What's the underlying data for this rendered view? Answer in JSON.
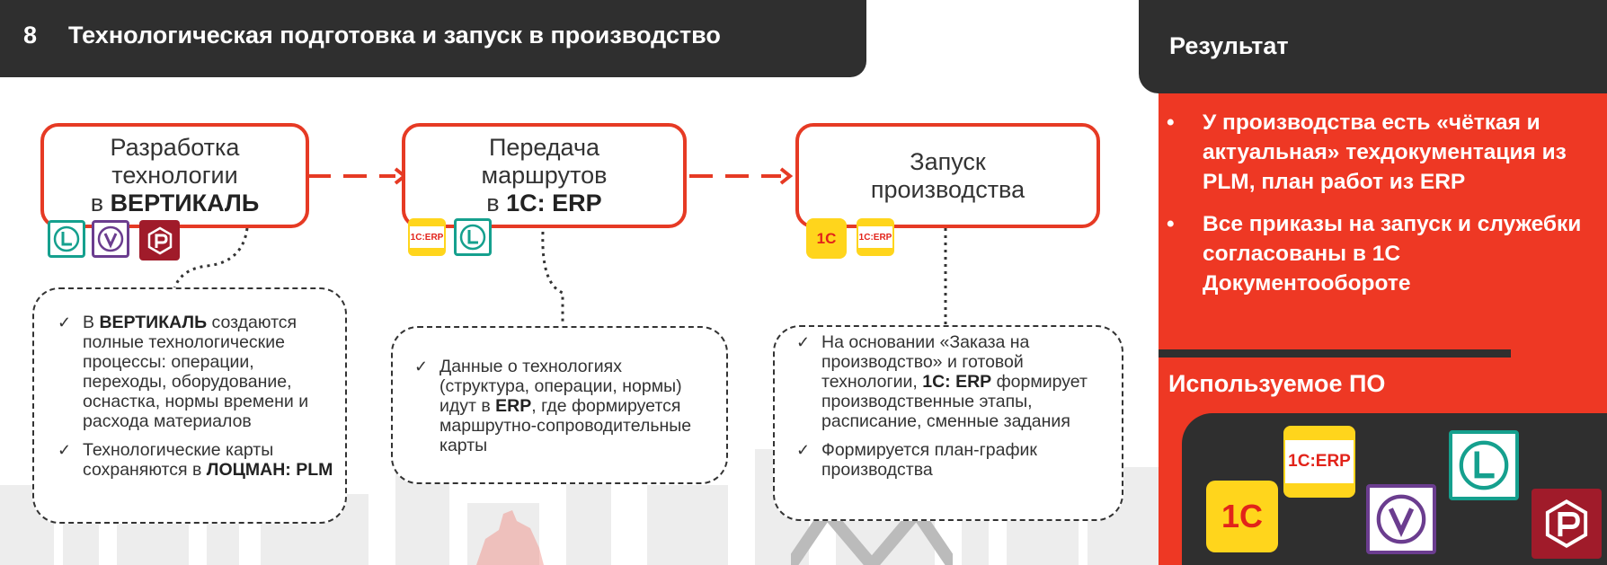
{
  "header": {
    "number": "8",
    "title": "Технологическая подготовка и запуск в производство"
  },
  "stages": [
    {
      "line1": "Разработка",
      "line2": "технологии",
      "prefix": "в",
      "system": "ВЕРТИКАЛЬ"
    },
    {
      "line1": "Передача",
      "line2": "маршрутов",
      "prefix": "в",
      "system": "1С: ERP"
    },
    {
      "line1": "Запуск",
      "line2": "производства"
    }
  ],
  "notes": {
    "first": {
      "item1": {
        "bold": "ВЕРТИКАЛЬ",
        "before": "В",
        "after": "создаются полные технологические процессы: операции, переходы, оборудование, оснастка, нормы времени и расхода материалов"
      },
      "item2": {
        "before": "Технологические карты сохраняются в",
        "bold": "ЛОЦМАН: PLM"
      }
    },
    "second": {
      "item1": {
        "before": "Данные о технологиях (структура, операции, нормы) идут в",
        "bold": "ERP",
        "after": ", где формируется маршрутно-сопроводительные карты"
      }
    },
    "third": {
      "item1": {
        "before": "На основании «Заказа на производство» и готовой технологии,",
        "bold": "1С: ERP",
        "after": "формирует производственные этапы, расписание, сменные задания"
      },
      "item2": {
        "text": "Формируется план-график производства"
      }
    }
  },
  "result": {
    "title": "Результат",
    "items": [
      "У производства есть «чёткая и актуальная» техдокументация из PLM, план работ из ERP",
      "Все приказы на запуск и служебки согласованы в 1С Документообороте"
    ],
    "software_title": "Используемое ПО"
  },
  "logos": {
    "erp_text": "1С:ERP",
    "onec_text": "1С"
  },
  "colors": {
    "accent_red": "#e63a24",
    "dark": "#2f2f2f",
    "panel_red": "#ee3824",
    "lotsman": "#15a08e",
    "vertical": "#6b3d8f",
    "pilot": "#a01b2a",
    "onec_yellow": "#ffd51c"
  }
}
